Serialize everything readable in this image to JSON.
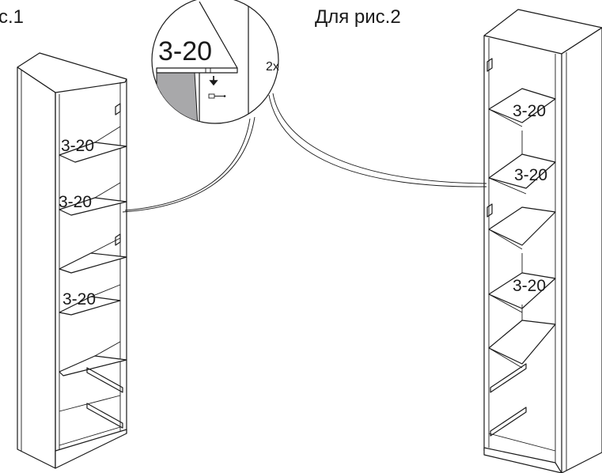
{
  "figure_left": {
    "label": "с.1",
    "shelf_labels": [
      "3-20",
      "3-20",
      "3-20"
    ]
  },
  "figure_right": {
    "label": "Для рис.2",
    "shelf_labels": [
      "3-20",
      "3-20",
      "3-20"
    ]
  },
  "detail": {
    "part_label": "3-20",
    "quantity": "2x"
  },
  "colors": {
    "line": "#1a1a1a",
    "shade": "#a8a8aa",
    "background": "#ffffff"
  }
}
